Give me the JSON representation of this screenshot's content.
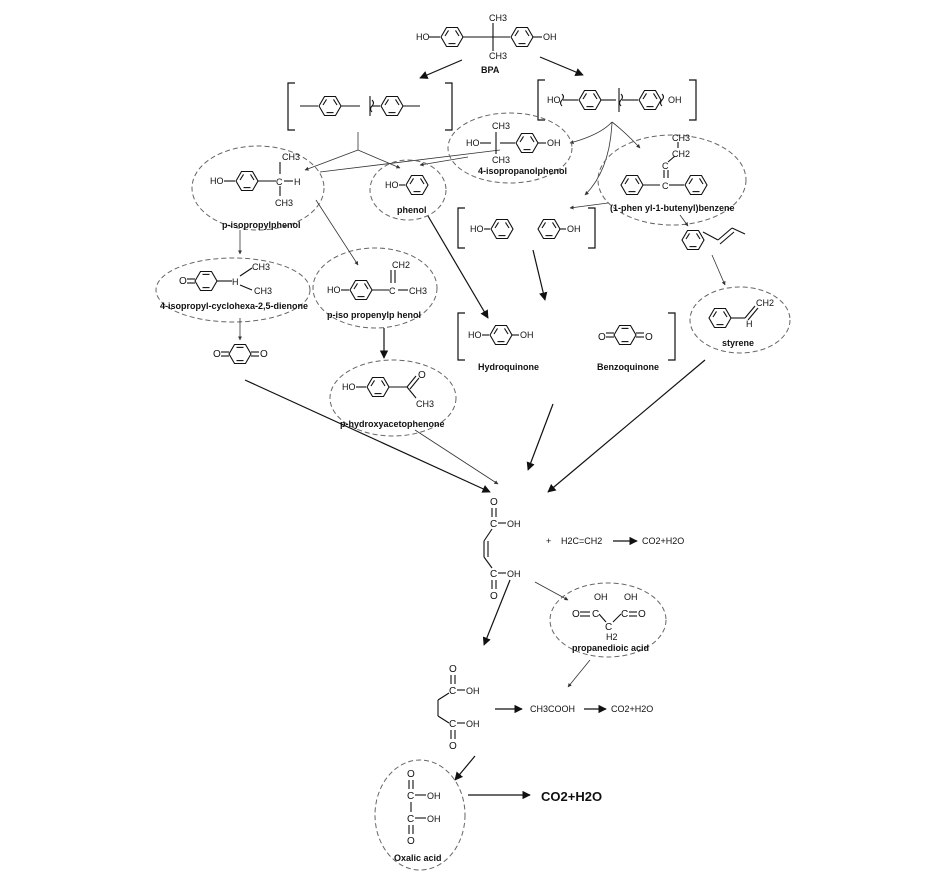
{
  "compounds": {
    "bpa": "BPA",
    "isopropanolphenol": "4-isopropanolphenol",
    "isopropylphenol": "p-isopropylphenol",
    "phenol": "phenol",
    "phenylbutenylbenzene": "(1-phen yl-1-butenyl)benzene",
    "cyclohexadienone": "4-isopropyl-cyclohexa-2,5-dienone",
    "isopropenylphenol": "p-iso propenylp henol",
    "hydroxyacetophenone": "p-hydroxyacetophenone",
    "hydroquinone": "Hydroquinone",
    "benzoquinone": "Benzoquinone",
    "styrene": "styrene",
    "propanedioic": "propanedioic acid",
    "oxalic": "Oxalic acid"
  },
  "atoms": {
    "ho": "HO",
    "oh": "OH",
    "ch3": "CH3",
    "ch2": "CH2",
    "h": "H",
    "c": "C",
    "o": "O",
    "h2": "H2",
    "plus": "+",
    "ethylene": "H2C=CH2",
    "acetic": "CH3COOH"
  },
  "products": {
    "co2h2o": "CO2+H2O"
  }
}
